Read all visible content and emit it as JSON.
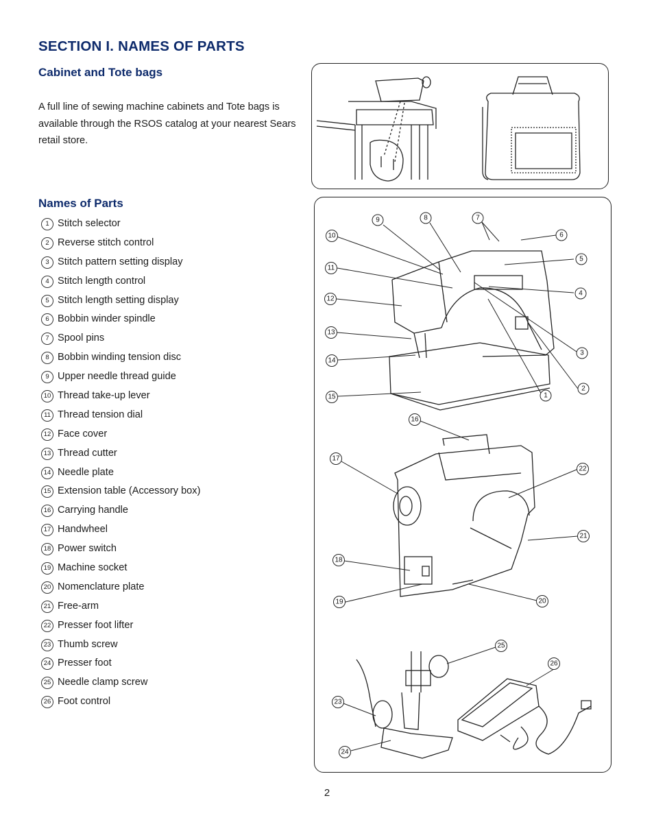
{
  "section_title": "SECTION I. NAMES OF PARTS",
  "cabinet": {
    "title": "Cabinet and Tote bags",
    "text": "A full line of sewing machine cabinets and Tote bags is available through the RSOS catalog at your nearest Sears retail store."
  },
  "names": {
    "title": "Names of Parts",
    "items": [
      {
        "num": "1",
        "label": "Stitch selector"
      },
      {
        "num": "2",
        "label": "Reverse stitch control"
      },
      {
        "num": "3",
        "label": "Stitch pattern setting display"
      },
      {
        "num": "4",
        "label": "Stitch length control"
      },
      {
        "num": "5",
        "label": "Stitch length setting display"
      },
      {
        "num": "6",
        "label": "Bobbin winder spindle"
      },
      {
        "num": "7",
        "label": "Spool pins"
      },
      {
        "num": "8",
        "label": "Bobbin winding tension disc"
      },
      {
        "num": "9",
        "label": "Upper needle thread guide"
      },
      {
        "num": "10",
        "label": "Thread take-up lever"
      },
      {
        "num": "11",
        "label": "Thread tension dial"
      },
      {
        "num": "12",
        "label": "Face cover"
      },
      {
        "num": "13",
        "label": "Thread cutter"
      },
      {
        "num": "14",
        "label": "Needle plate"
      },
      {
        "num": "15",
        "label": "Extension table (Accessory box)"
      },
      {
        "num": "16",
        "label": "Carrying handle"
      },
      {
        "num": "17",
        "label": "Handwheel"
      },
      {
        "num": "18",
        "label": "Power switch"
      },
      {
        "num": "19",
        "label": "Machine socket"
      },
      {
        "num": "20",
        "label": "Nomenclature plate"
      },
      {
        "num": "21",
        "label": "Free-arm"
      },
      {
        "num": "22",
        "label": "Presser foot lifter"
      },
      {
        "num": "23",
        "label": "Thumb screw"
      },
      {
        "num": "24",
        "label": "Presser foot"
      },
      {
        "num": "25",
        "label": "Needle clamp screw"
      },
      {
        "num": "26",
        "label": "Foot control"
      }
    ]
  },
  "callouts": [
    "1",
    "2",
    "3",
    "4",
    "5",
    "6",
    "7",
    "8",
    "9",
    "10",
    "11",
    "12",
    "13",
    "14",
    "15",
    "16",
    "17",
    "18",
    "19",
    "20",
    "21",
    "22",
    "23",
    "24",
    "25",
    "26"
  ],
  "page_number": "2"
}
